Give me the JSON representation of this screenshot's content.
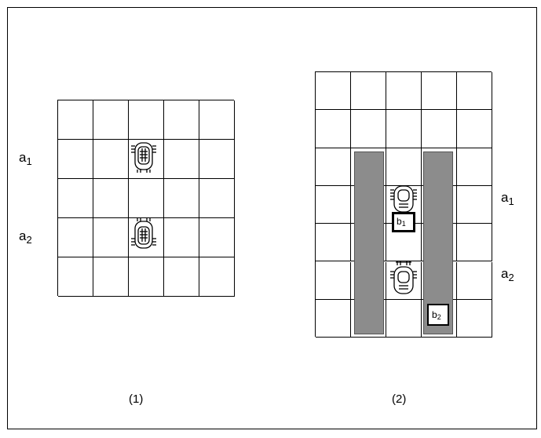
{
  "figure": {
    "panel1": {
      "caption": "(1)",
      "agents": [
        {
          "id": "a1",
          "letter": "a",
          "index": "1"
        },
        {
          "id": "a2",
          "letter": "a",
          "index": "2"
        }
      ]
    },
    "panel2": {
      "caption": "(2)",
      "agents": [
        {
          "id": "a1",
          "letter": "a",
          "index": "1"
        },
        {
          "id": "a2",
          "letter": "a",
          "index": "2"
        }
      ],
      "boxes": [
        {
          "id": "b1",
          "letter": "b",
          "index": "1"
        },
        {
          "id": "b2",
          "letter": "b",
          "index": "2"
        }
      ],
      "shelf_color": "#8c8c8c"
    }
  }
}
